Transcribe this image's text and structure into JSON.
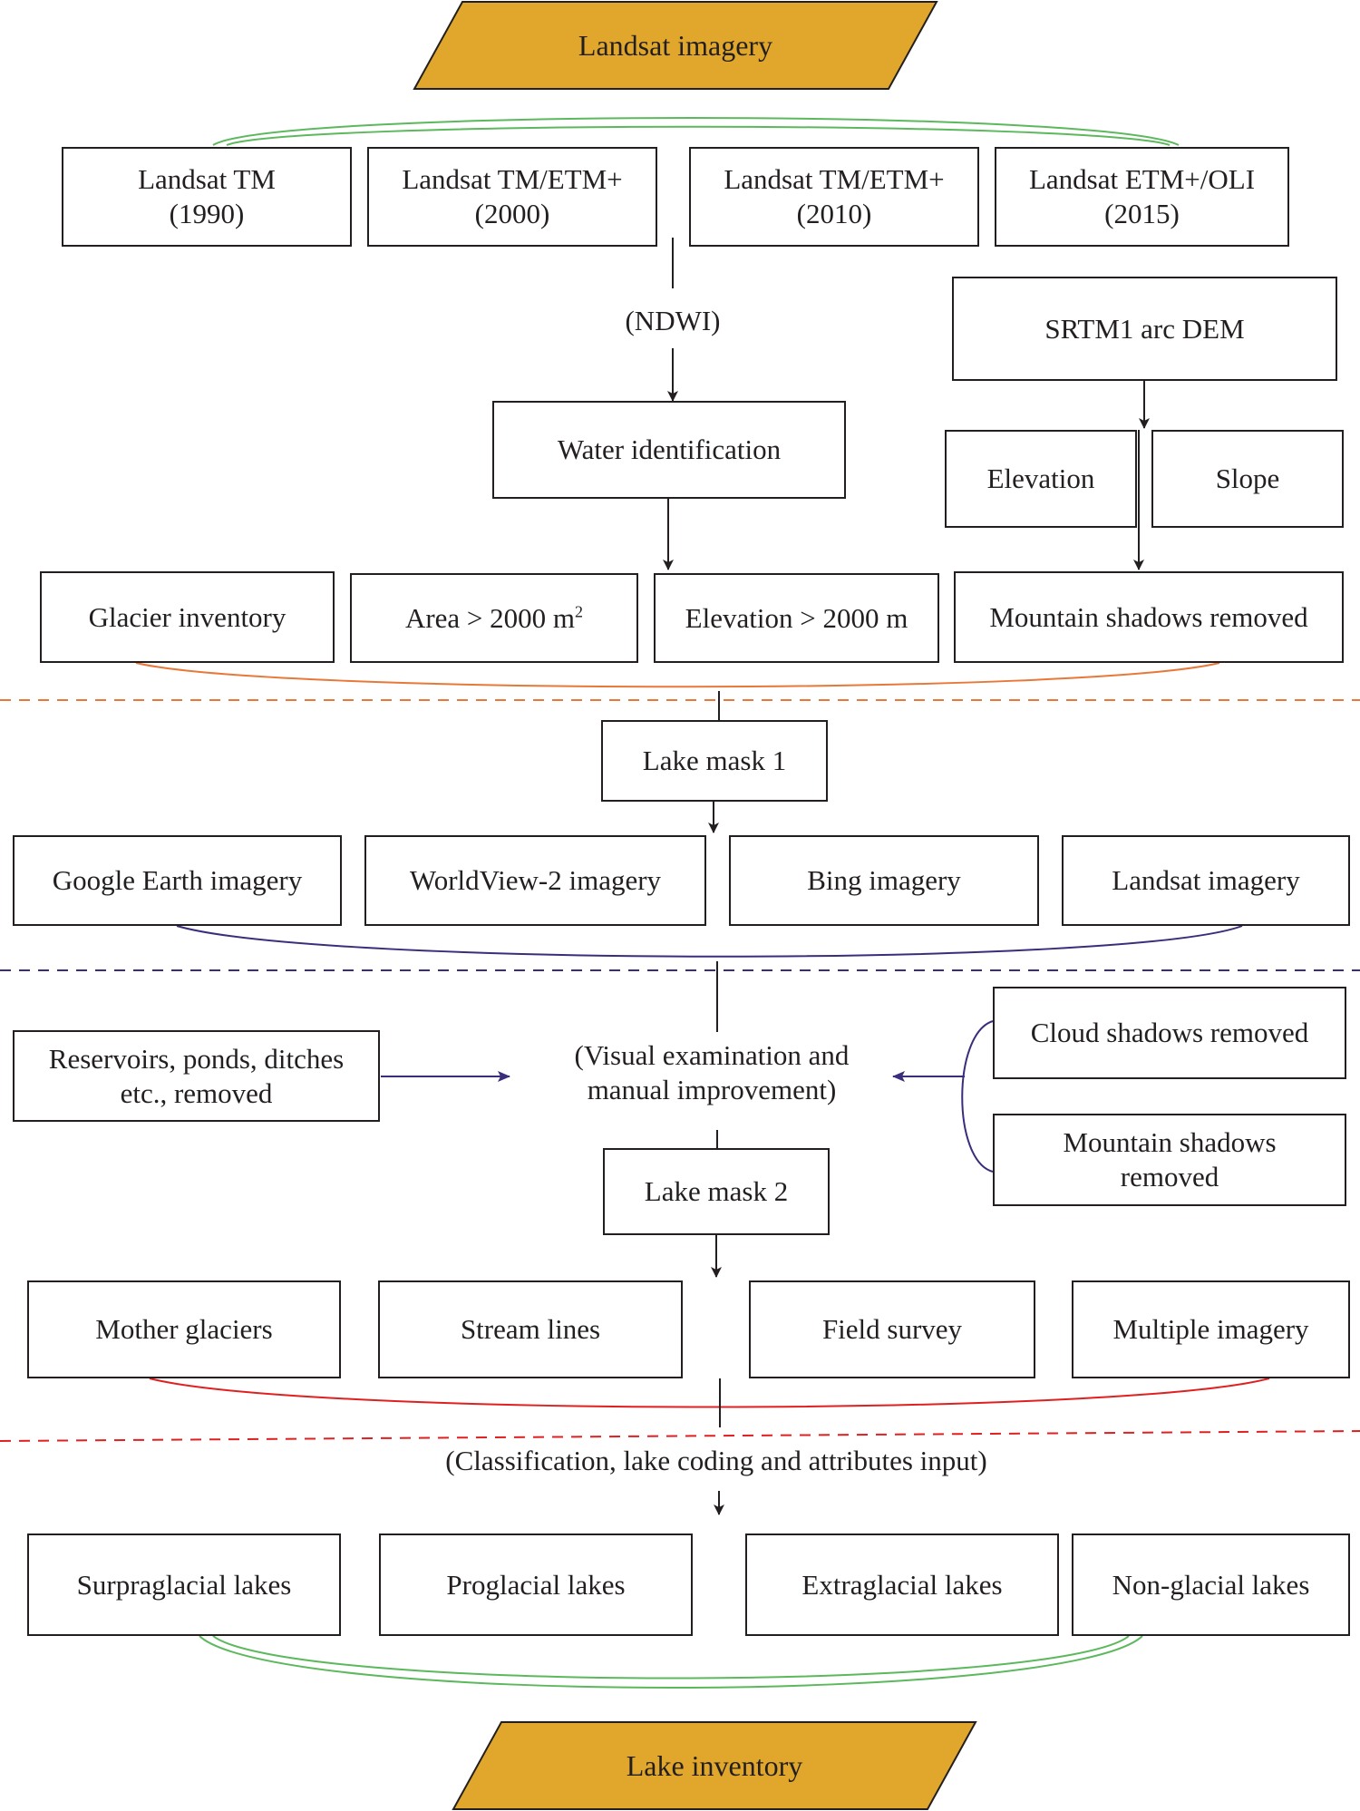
{
  "colors": {
    "parallelogram": "#e0a72c",
    "green": "#5cb85c",
    "orange": "#e8783a",
    "navy": "#3a2d7c",
    "red": "#e02020",
    "line": "#231f20"
  },
  "input": "Landsat imagery",
  "output": "Lake inventory",
  "sources": [
    "Landsat TM\n(1990)",
    "Landsat TM/ETM+\n(2000)",
    "Landsat TM/ETM+\n(2010)",
    "Landsat ETM+/OLI\n(2015)"
  ],
  "ndwi": "(NDWI)",
  "dem": "SRTM1 arc DEM",
  "water_identification": "Water identification",
  "elevation": "Elevation",
  "slope": "Slope",
  "filters1": {
    "glacier": "Glacier inventory",
    "area_prefix": "Area > 2000 m",
    "area_sup": "2",
    "elevation": "Elevation > 2000 m",
    "shadows": "Mountain shadows removed"
  },
  "lake_mask_1": "Lake mask 1",
  "imagery": [
    "Google Earth imagery",
    "WorldView-2 imagery",
    "Bing imagery",
    "Landsat imagery"
  ],
  "reservoirs": "Reservoirs, ponds, ditches\netc., removed",
  "visual": "(Visual examination and\nmanual improvement)",
  "cloud_shadows": "Cloud shadows removed",
  "mountain_shadows": "Mountain shadows\nremoved",
  "lake_mask_2": "Lake mask 2",
  "aux": [
    "Mother glaciers",
    "Stream lines",
    "Field survey",
    "Multiple imagery"
  ],
  "classification": "(Classification, lake coding and attributes input)",
  "lake_types": [
    "Surpraglacial lakes",
    "Proglacial lakes",
    "Extraglacial lakes",
    "Non-glacial lakes"
  ]
}
